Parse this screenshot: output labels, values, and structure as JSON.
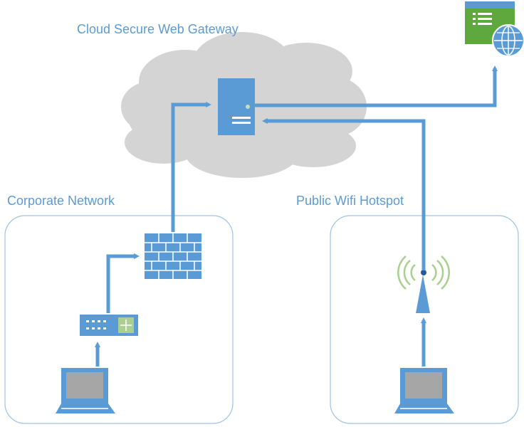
{
  "labels": {
    "cloud": "Cloud Secure Web Gateway",
    "corporate": "Corporate Network",
    "public": "Public Wifi Hotspot"
  },
  "colors": {
    "accent": "#5b9bd5",
    "cloud": "#d4d4d4",
    "app_green": "#5fa83e",
    "laptop_screen": "#a6a6a6",
    "wifi_waves": "#a9d08e"
  },
  "icons": [
    "server-icon",
    "firewall-icon",
    "switch-icon",
    "laptop-icon",
    "wifi-antenna-icon",
    "web-app-icon",
    "globe-icon"
  ]
}
